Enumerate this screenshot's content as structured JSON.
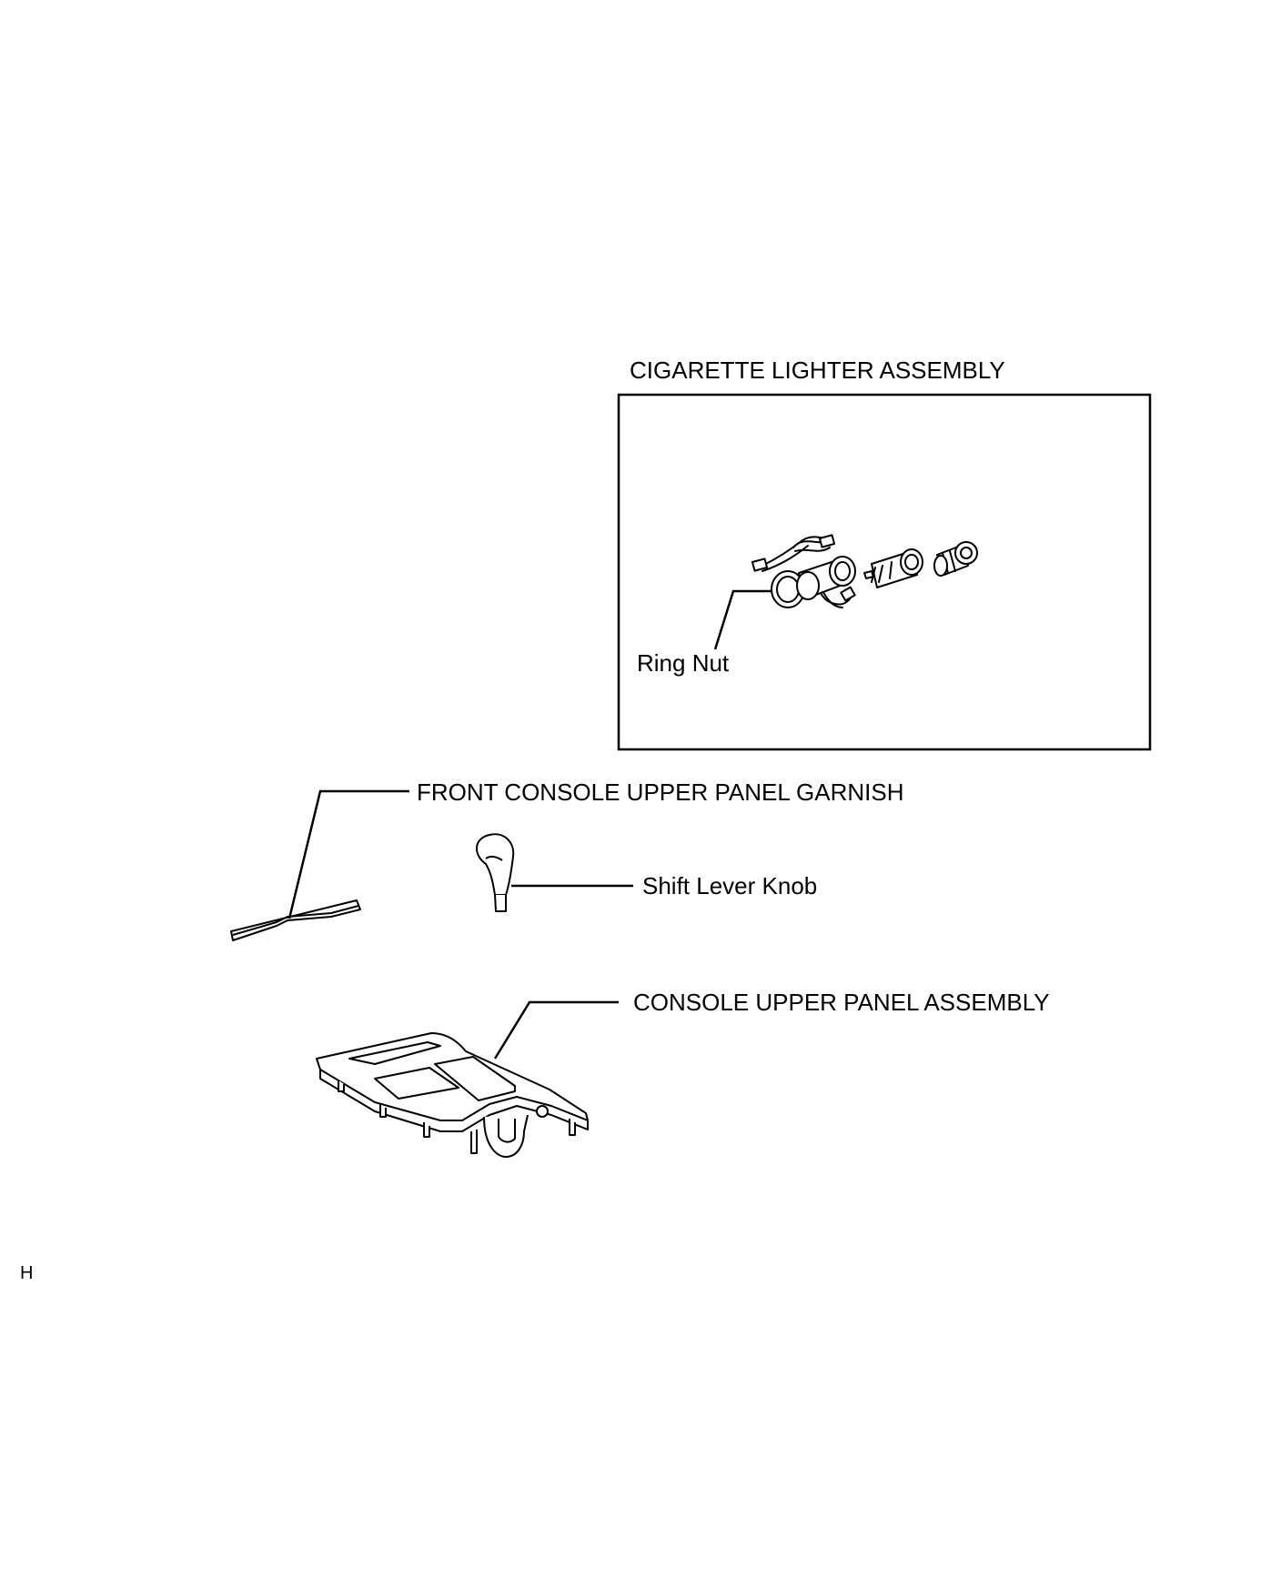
{
  "labels": {
    "cigarette_lighter_assembly": "CIGARETTE LIGHTER ASSEMBLY",
    "ring_nut": "Ring Nut",
    "front_console_upper_panel_garnish": "FRONT CONSOLE UPPER PANEL GARNISH",
    "shift_lever_knob": "Shift Lever Knob",
    "console_upper_panel_assembly": "CONSOLE UPPER PANEL ASSEMBLY",
    "corner_mark": "H"
  }
}
